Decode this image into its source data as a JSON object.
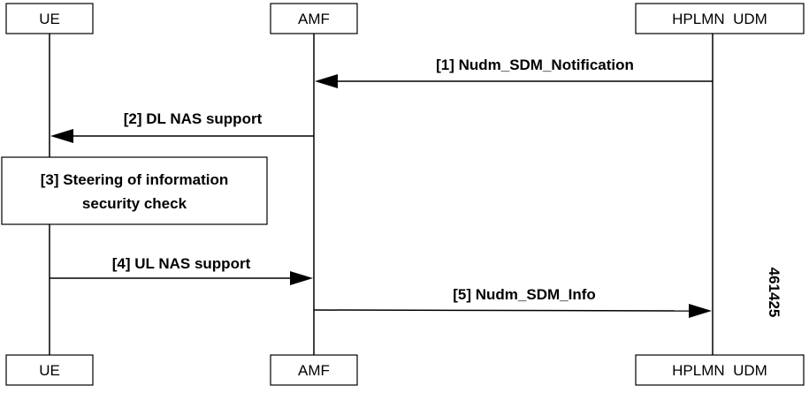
{
  "participants": {
    "ue": "UE",
    "amf": "AMF",
    "udm": "HPLMN  UDM"
  },
  "messages": [
    {
      "label": "[1] Nudm_SDM_Notification",
      "from": "HPLMN  UDM",
      "to": "AMF"
    },
    {
      "label": "[2] DL NAS support",
      "from": "AMF",
      "to": "UE"
    },
    {
      "label": "[4] UL NAS support",
      "from": "UE",
      "to": "AMF"
    },
    {
      "label": "[5] Nudm_SDM_Info",
      "from": "AMF",
      "to": "HPLMN  UDM"
    }
  ],
  "process_box": {
    "line1": "[3] Steering of information",
    "line2": "security check"
  },
  "figure_id": "461425"
}
